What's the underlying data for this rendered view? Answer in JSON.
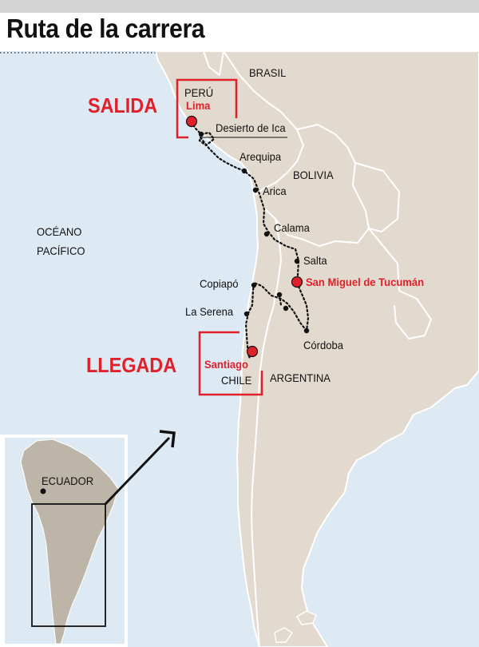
{
  "title": "Ruta de la carrera",
  "start_label": "SALIDA",
  "finish_label": "LLEGADA",
  "ocean": {
    "line1": "OCÉANO",
    "line2": "PACÍFICO"
  },
  "countries": {
    "brasil": "BRASIL",
    "peru": "PERÚ",
    "bolivia": "BOLIVIA",
    "chile": "CHILE",
    "argentina": "ARGENTINA",
    "ecuador": "ECUADOR"
  },
  "route_stops": {
    "lima": "Lima",
    "desierto_ica": "Desierto de Ica",
    "arequipa": "Arequipa",
    "arica": "Arica",
    "calama": "Calama",
    "salta": "Salta",
    "tucuman": "San Miguel de Tucumán",
    "copiapo": "Copiapó",
    "la_serena": "La Serena",
    "cordoba": "Córdoba",
    "santiago": "Santiago"
  },
  "colors": {
    "sea": "#dde9f3",
    "land": "#e2dace",
    "land_border": "#ffffff",
    "route": "#111111",
    "highlight": "#e0202a",
    "frame_dots": "#444444"
  },
  "icons": {
    "inset_arrow": "arrow-up-right-icon",
    "stop_marker": "dot-marker-icon"
  }
}
